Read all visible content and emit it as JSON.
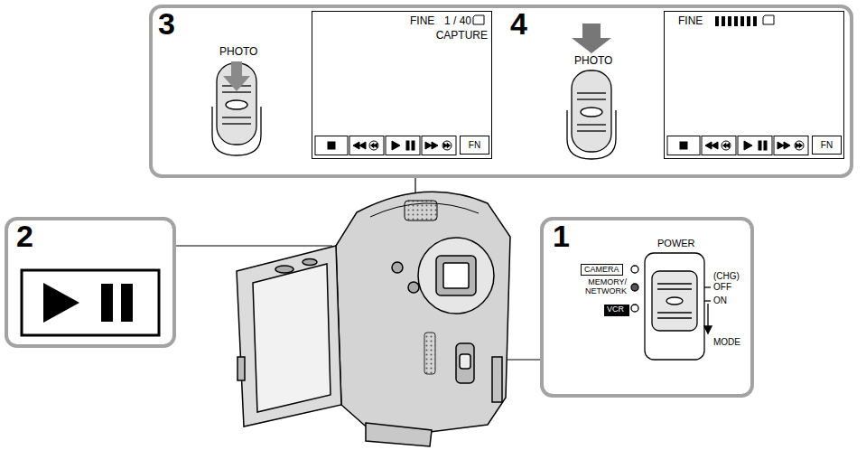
{
  "diagram": {
    "nodes": [
      {
        "text": [
          "3",
          "4"
        ]
      },
      {
        "text": [
          "FINE",
          "1 / 40",
          "CAPTURE"
        ],
        "in": 0
      },
      {
        "text": [
          "FN"
        ],
        "in": 1
      },
      {
        "text": [
          "FINE"
        ],
        "in": 0
      },
      {
        "text": [
          "FN"
        ],
        "in": 3
      },
      {
        "text": [
          "2"
        ]
      },
      {
        "text": [
          "1"
        ]
      },
      {
        "text": [
          "CAMERA"
        ],
        "in": 6
      },
      {
        "text": [
          "VCR"
        ],
        "in": 6
      }
    ],
    "labels": [
      "PHOTO",
      "PHOTO",
      "POWER",
      "MEMORY/ NETWORK",
      "(CHG) OFF",
      "ON",
      "MODE"
    ]
  }
}
